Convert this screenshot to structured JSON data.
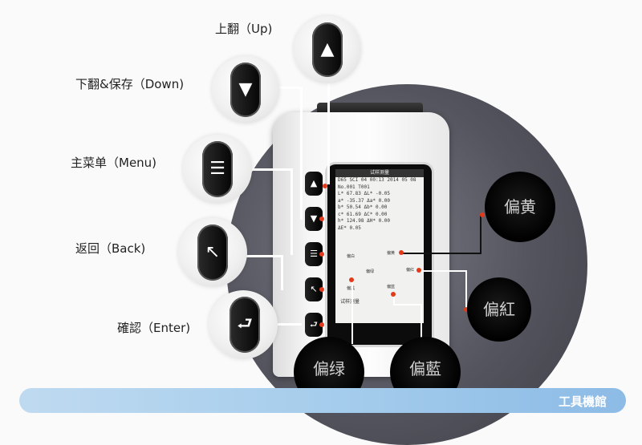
{
  "labels": {
    "up": "上翻（Up)",
    "down": "下翻&保存（Down)",
    "menu": "主菜单（Menu)",
    "back": "返回（Back)",
    "enter": "確認（Enter)"
  },
  "screen": {
    "title": "试样测量",
    "info_line1": "D65 SCI 04 00:13 2014 05 08",
    "info_line2": "No.001  T001",
    "rows": [
      "L*  67.83 ΔL*   -0.05",
      "a* -35.37 Δa*    0.00",
      "b*  50.54 Δb*    0.00",
      "c*  61.69 ΔC*    0.00",
      "h* 124.98 ΔH*    0.00",
      "          ΔE*    0.05"
    ],
    "small_labels": [
      "偏白",
      "偏黄",
      "偏绿",
      "偏红",
      "偏黑",
      "偏蓝"
    ],
    "footer": "试样测量"
  },
  "callouts": {
    "yellow": "偏黄",
    "red": "偏紅",
    "green": "偏绿",
    "blue": "偏藍"
  },
  "icons": {
    "up": "▲",
    "down": "▼",
    "menu": "☰",
    "back": "↖",
    "enter": "⮐"
  },
  "footer": {
    "brand": "工具機館"
  }
}
